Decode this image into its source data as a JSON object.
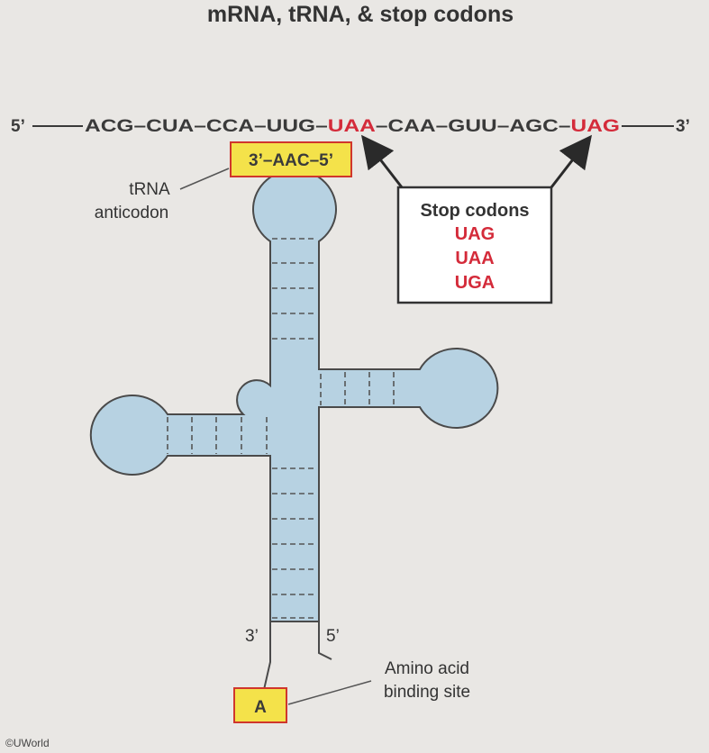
{
  "title": "mRNA, tRNA, & stop codons",
  "mrna": {
    "five_prime": "5’",
    "three_prime": "3’",
    "codons": [
      {
        "text": "ACG",
        "stop": false
      },
      {
        "text": "CUA",
        "stop": false
      },
      {
        "text": "CCA",
        "stop": false
      },
      {
        "text": "UUG",
        "stop": false
      },
      {
        "text": "UAA",
        "stop": true
      },
      {
        "text": "CAA",
        "stop": false
      },
      {
        "text": "GUU",
        "stop": false
      },
      {
        "text": "AGC",
        "stop": false
      },
      {
        "text": "UAG",
        "stop": true
      }
    ]
  },
  "anticodon": {
    "text": "3’–AAC–5’",
    "label_line1": "tRNA",
    "label_line2": "anticodon"
  },
  "stop_box": {
    "title": "Stop codons",
    "codons": [
      "UAG",
      "UAA",
      "UGA"
    ]
  },
  "trna": {
    "three_prime": "3’",
    "five_prime": "5’"
  },
  "amino_site": {
    "letter": "A",
    "label_line1": "Amino acid",
    "label_line2": "binding site"
  },
  "credit": "©UWorld",
  "colors": {
    "trna_fill": "#b7d2e2",
    "highlight": "#f4e24a",
    "highlight_border": "#d0362c",
    "stop_red": "#d42b3a"
  }
}
